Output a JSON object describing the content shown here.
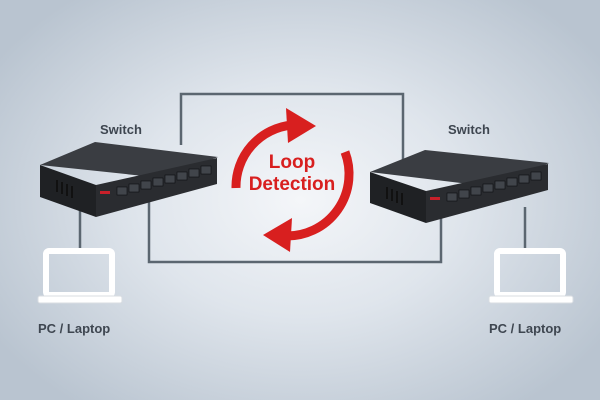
{
  "labels": {
    "switch_left": "Switch",
    "switch_right": "Switch",
    "pc_left": "PC / Laptop",
    "pc_right": "PC / Laptop"
  },
  "center": {
    "line1": "Loop",
    "line2": "Detection"
  },
  "colors": {
    "cable": "#5b6670",
    "arrow": "#d81f1f",
    "device_body": "#2a2c30",
    "port": "#3c3f44"
  },
  "icons": {
    "switch": "network-switch-icon",
    "laptop": "laptop-icon",
    "arrows": "circular-arrows-icon"
  }
}
